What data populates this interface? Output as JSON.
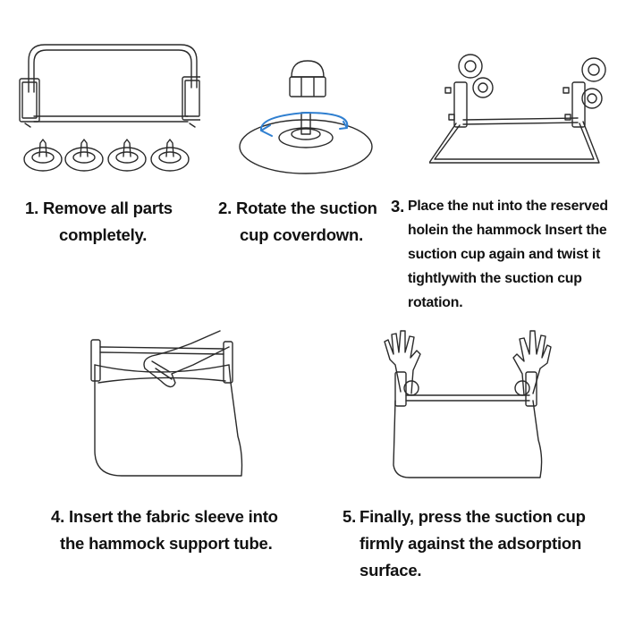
{
  "steps": [
    {
      "number": "1.",
      "lines": [
        "Remove all parts",
        "completely."
      ]
    },
    {
      "number": "2.",
      "lines": [
        "Rotate the suction",
        "cup coverdown."
      ]
    },
    {
      "number": "3.",
      "lines": [
        "Place the nut into the reserved",
        "holein the hammock Insert the",
        "suction cup again and twist it",
        "tightlywith the suction cup",
        "rotation."
      ]
    },
    {
      "number": "4.",
      "lines": [
        "Insert the fabric sleeve into",
        "the hammock support tube."
      ]
    },
    {
      "number": "5.",
      "lines": [
        "Finally, press the suction cup",
        "firmly against the adsorption",
        "surface."
      ]
    }
  ],
  "colors": {
    "line": "#2a2a2a",
    "accent_arrow": "#2f7fd0",
    "text": "#111111",
    "background": "#ffffff"
  },
  "icons": [
    "hammock-frame-icon",
    "suction-cup-icon",
    "cap-nut-icon",
    "rotation-arrow-icon",
    "frame-assembly-icon",
    "hammock-fabric-icon",
    "hand-icon"
  ]
}
